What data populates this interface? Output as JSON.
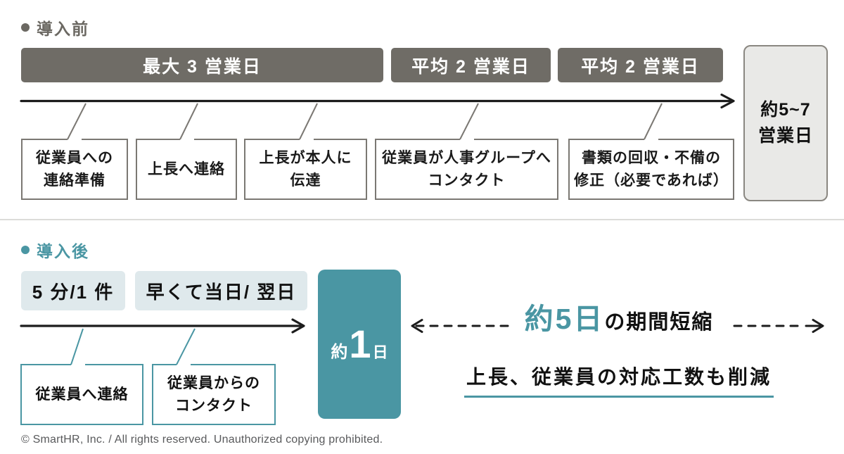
{
  "before": {
    "title": "導入前",
    "bars": [
      "最大 3 営業日",
      "平均 2 営業日",
      "平均 2 営業日"
    ],
    "steps": [
      "従業員への\n連絡準備",
      "上長へ連絡",
      "上長が本人に\n伝達",
      "従業員が人事グループへ\nコンタクト",
      "書類の回収・不備の\n修正（必要であれば）"
    ],
    "total": "約5~7\n営業日"
  },
  "after": {
    "title": "導入後",
    "chips": [
      "5 分/1 件",
      "早くて当日/ 翌日"
    ],
    "steps": [
      "従業員へ連絡",
      "従業員からの\nコンタクト"
    ],
    "total": {
      "prefix": "約",
      "number": "1",
      "suffix": "日"
    },
    "highlight": {
      "em": "約5日",
      "rest": "の期間短縮"
    },
    "subnote": "上長、従業員の対応工数も削減"
  },
  "footer": {
    "copyright": "© SmartHR, Inc. / All rights reserved. Unauthorized copying prohibited."
  },
  "colors": {
    "teal": "#4a96a3",
    "light_teal": "#dfe9ec",
    "bar_gray": "#6f6c66",
    "summary_gray": "#e9e9e7"
  }
}
